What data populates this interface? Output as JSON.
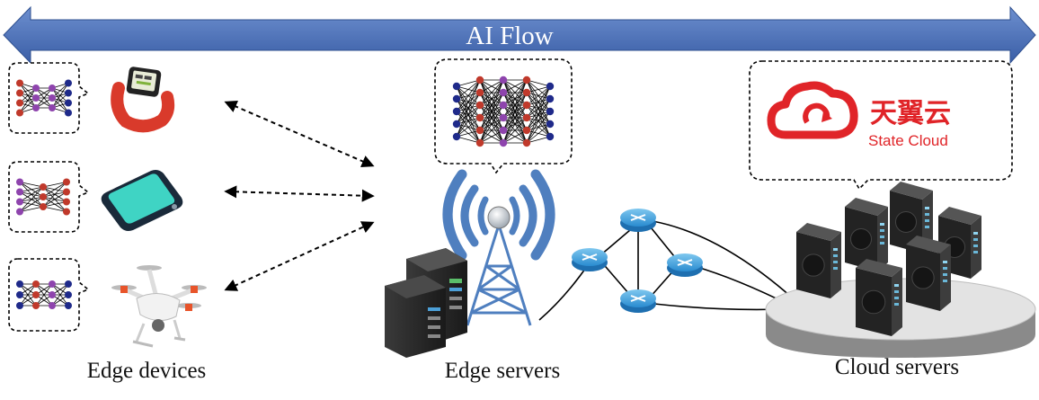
{
  "banner": {
    "label": "AI Flow",
    "color": "#4a6fb5"
  },
  "captions": {
    "edge_devices": "Edge devices",
    "edge_servers": "Edge servers",
    "cloud_servers": "Cloud servers"
  },
  "cloud_logo": {
    "chinese_text": "天翼云",
    "english_text": "State Cloud",
    "color": "#e02428"
  },
  "devices": [
    {
      "name": "smartwatch",
      "icon": "smartwatch-icon"
    },
    {
      "name": "smartphone",
      "icon": "smartphone-icon"
    },
    {
      "name": "drone",
      "icon": "drone-icon"
    }
  ],
  "colors": {
    "node_red": "#c0392b",
    "node_purple": "#8e44ad",
    "node_blue": "#1f2a8a",
    "tower_blue": "#4f7fbf",
    "server_dark": "#2b2b2b"
  }
}
